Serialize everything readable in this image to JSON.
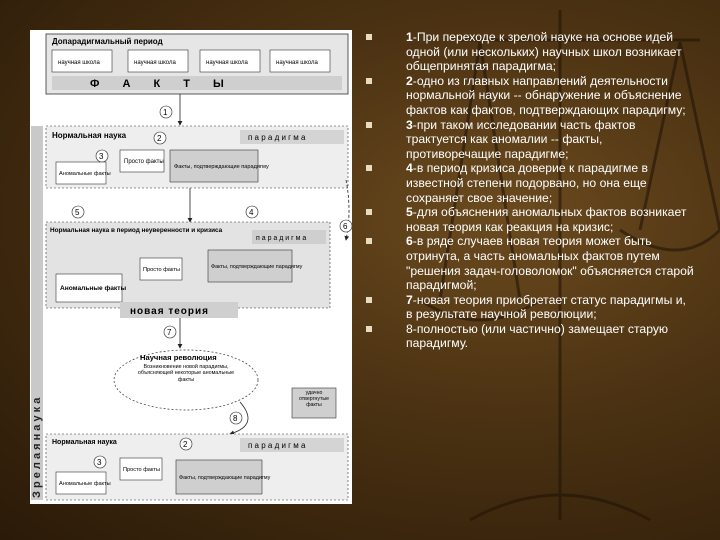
{
  "diagram": {
    "side_title": "З р е л а я   н а у к а",
    "preparadigm": {
      "title": "Допарадигмальный период",
      "schools": [
        "научная школа",
        "научная школа",
        "научная школа",
        "научная школа"
      ],
      "facts": "Ф А К Т Ы"
    },
    "normal_top": {
      "title": "Нормальная наука",
      "paradigm": "п а р а д и г м а",
      "simple_facts": "Просто факты",
      "anomalous_facts": "Аномальные факты",
      "confirming_facts": "Факты, подтверждающие парадигму"
    },
    "crisis": {
      "title": "Нормальная наука в период неуверенности и кризиса",
      "paradigm": "п а р а д и г м а",
      "simple_facts": "Просто факты",
      "anomalous_facts": "Аномальные факты",
      "confirming_facts": "Факты, подтверждающие парадигму",
      "new_theory": "новая теория"
    },
    "revolution": {
      "title": "Научная революция",
      "text": "Возникновение новой парадигмы, объясняющей некоторые аномальные факты",
      "discarded": "удачно отвергнутые факты"
    },
    "normal_bottom": {
      "title": "Нормальная наука",
      "paradigm": "п а р а д и г м а",
      "simple_facts": "Просто факты",
      "anomalous_facts": "Аномальные факты",
      "confirming_facts": "Факты, подтверждающие парадигму"
    },
    "numbers": [
      "1",
      "2",
      "3",
      "4",
      "5",
      "6",
      "7",
      "8",
      "2",
      "3"
    ]
  },
  "bullets": [
    {
      "num": "1",
      "text": "-При переходе к зрелой науке на основе идей одной (или нескольких) научных школ возникает общепринятая парадигма;"
    },
    {
      "num": "2",
      "text": "-одно из главных направлений деятельности нормальной науки -- обнаружение и объяснение фактов как фактов, подтверждающих парадигму;"
    },
    {
      "num": "3",
      "text": "-при таком исследовании часть фактов трактуется как аномалии -- факты, противоречащие парадигме;"
    },
    {
      "num": "4",
      "text": "-в период кризиса доверие к парадигме в известной степени подорвано, но она еще сохраняет свое значение;"
    },
    {
      "num": "5",
      "text": "-для объяснения аномальных фактов возникает новая теория как реакция на кризис;"
    },
    {
      "num": "6",
      "text": "-в ряде случаев новая теория может быть отринута, а часть аномальных фактов путем \"решения задач-головоломок\" объясняется старой парадигмой;"
    },
    {
      "num": "7",
      "text": "-новая теория приобретает статус парадигмы и, в результате научной революции;"
    },
    {
      "num": "",
      "text": "8-полностью (или частично) замещает старую парадигму."
    }
  ]
}
